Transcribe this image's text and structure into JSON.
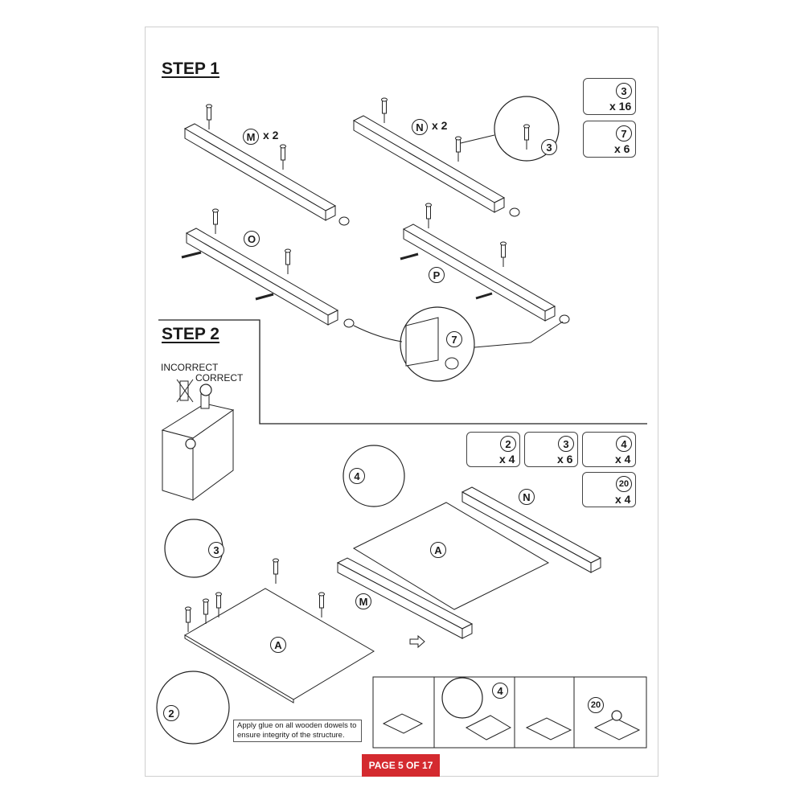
{
  "steps": {
    "step1": "STEP 1",
    "step2": "STEP 2"
  },
  "step1": {
    "parts": [
      {
        "id": "M",
        "qty": "x 2"
      },
      {
        "id": "N",
        "qty": "x 2"
      },
      {
        "id": "O",
        "qty": ""
      },
      {
        "id": "P",
        "qty": ""
      }
    ],
    "hardware": [
      {
        "id": "3",
        "qty": "x 16",
        "icon": "cam-bolt-icon"
      },
      {
        "id": "7",
        "qty": "x 6",
        "icon": "glide-foot-icon"
      }
    ],
    "callouts": [
      "3",
      "7"
    ]
  },
  "step2": {
    "incorrect": "INCORRECT",
    "correct": "CORRECT",
    "hardware": [
      {
        "id": "2",
        "qty": "x 4",
        "icon": "wooden-dowel-icon"
      },
      {
        "id": "3",
        "qty": "x 6",
        "icon": "cam-bolt-icon"
      },
      {
        "id": "4",
        "qty": "x 4",
        "icon": "cam-lock-icon"
      },
      {
        "id": "20",
        "qty": "x 4",
        "icon": "cover-cap-icon"
      }
    ],
    "parts": {
      "panel_a": "A",
      "rail_m": "M",
      "rail_n": "N"
    },
    "callouts": [
      "4",
      "3",
      "2"
    ],
    "sequence_callouts": [
      "4",
      "20"
    ],
    "glue_note": "Apply glue on all wooden dowels to ensure integrity of the structure."
  },
  "footer": {
    "page": "PAGE 5 OF 17"
  },
  "colors": {
    "accent": "#d42a2f"
  }
}
